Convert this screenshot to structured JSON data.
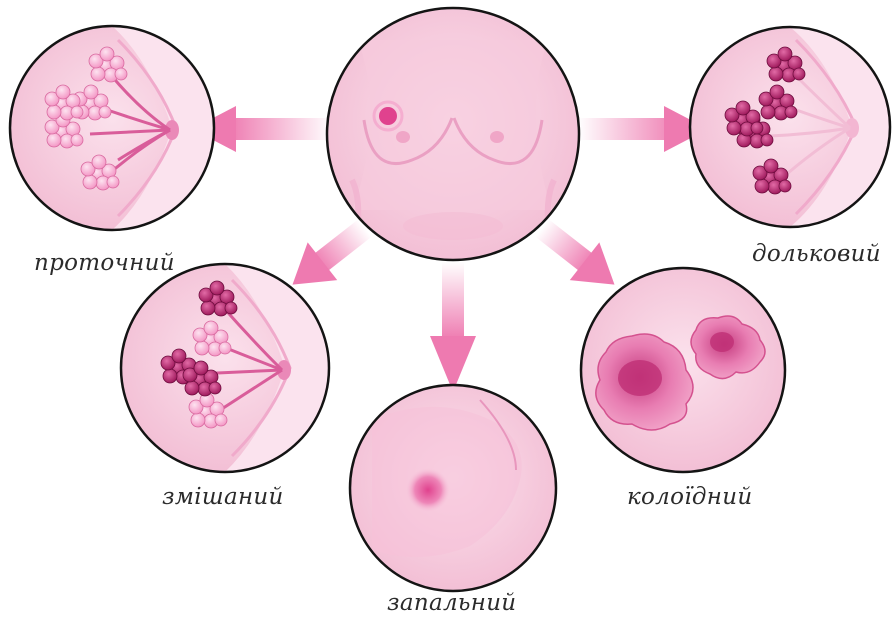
{
  "labels": {
    "ductal": "проточний",
    "lobular": "дольковий",
    "mixed": "змішаний",
    "colloid": "колоїдний",
    "inflammatory": "запальний"
  },
  "colors": {
    "circle_fill": "#f7cfe0",
    "circle_inner": "#f4bdd4",
    "outline": "#141414",
    "arrow": "#ee7ab0",
    "lobule_light": "#f59bc8",
    "lobule_dark": "#a3185f",
    "tumor": "#e06aa4"
  }
}
